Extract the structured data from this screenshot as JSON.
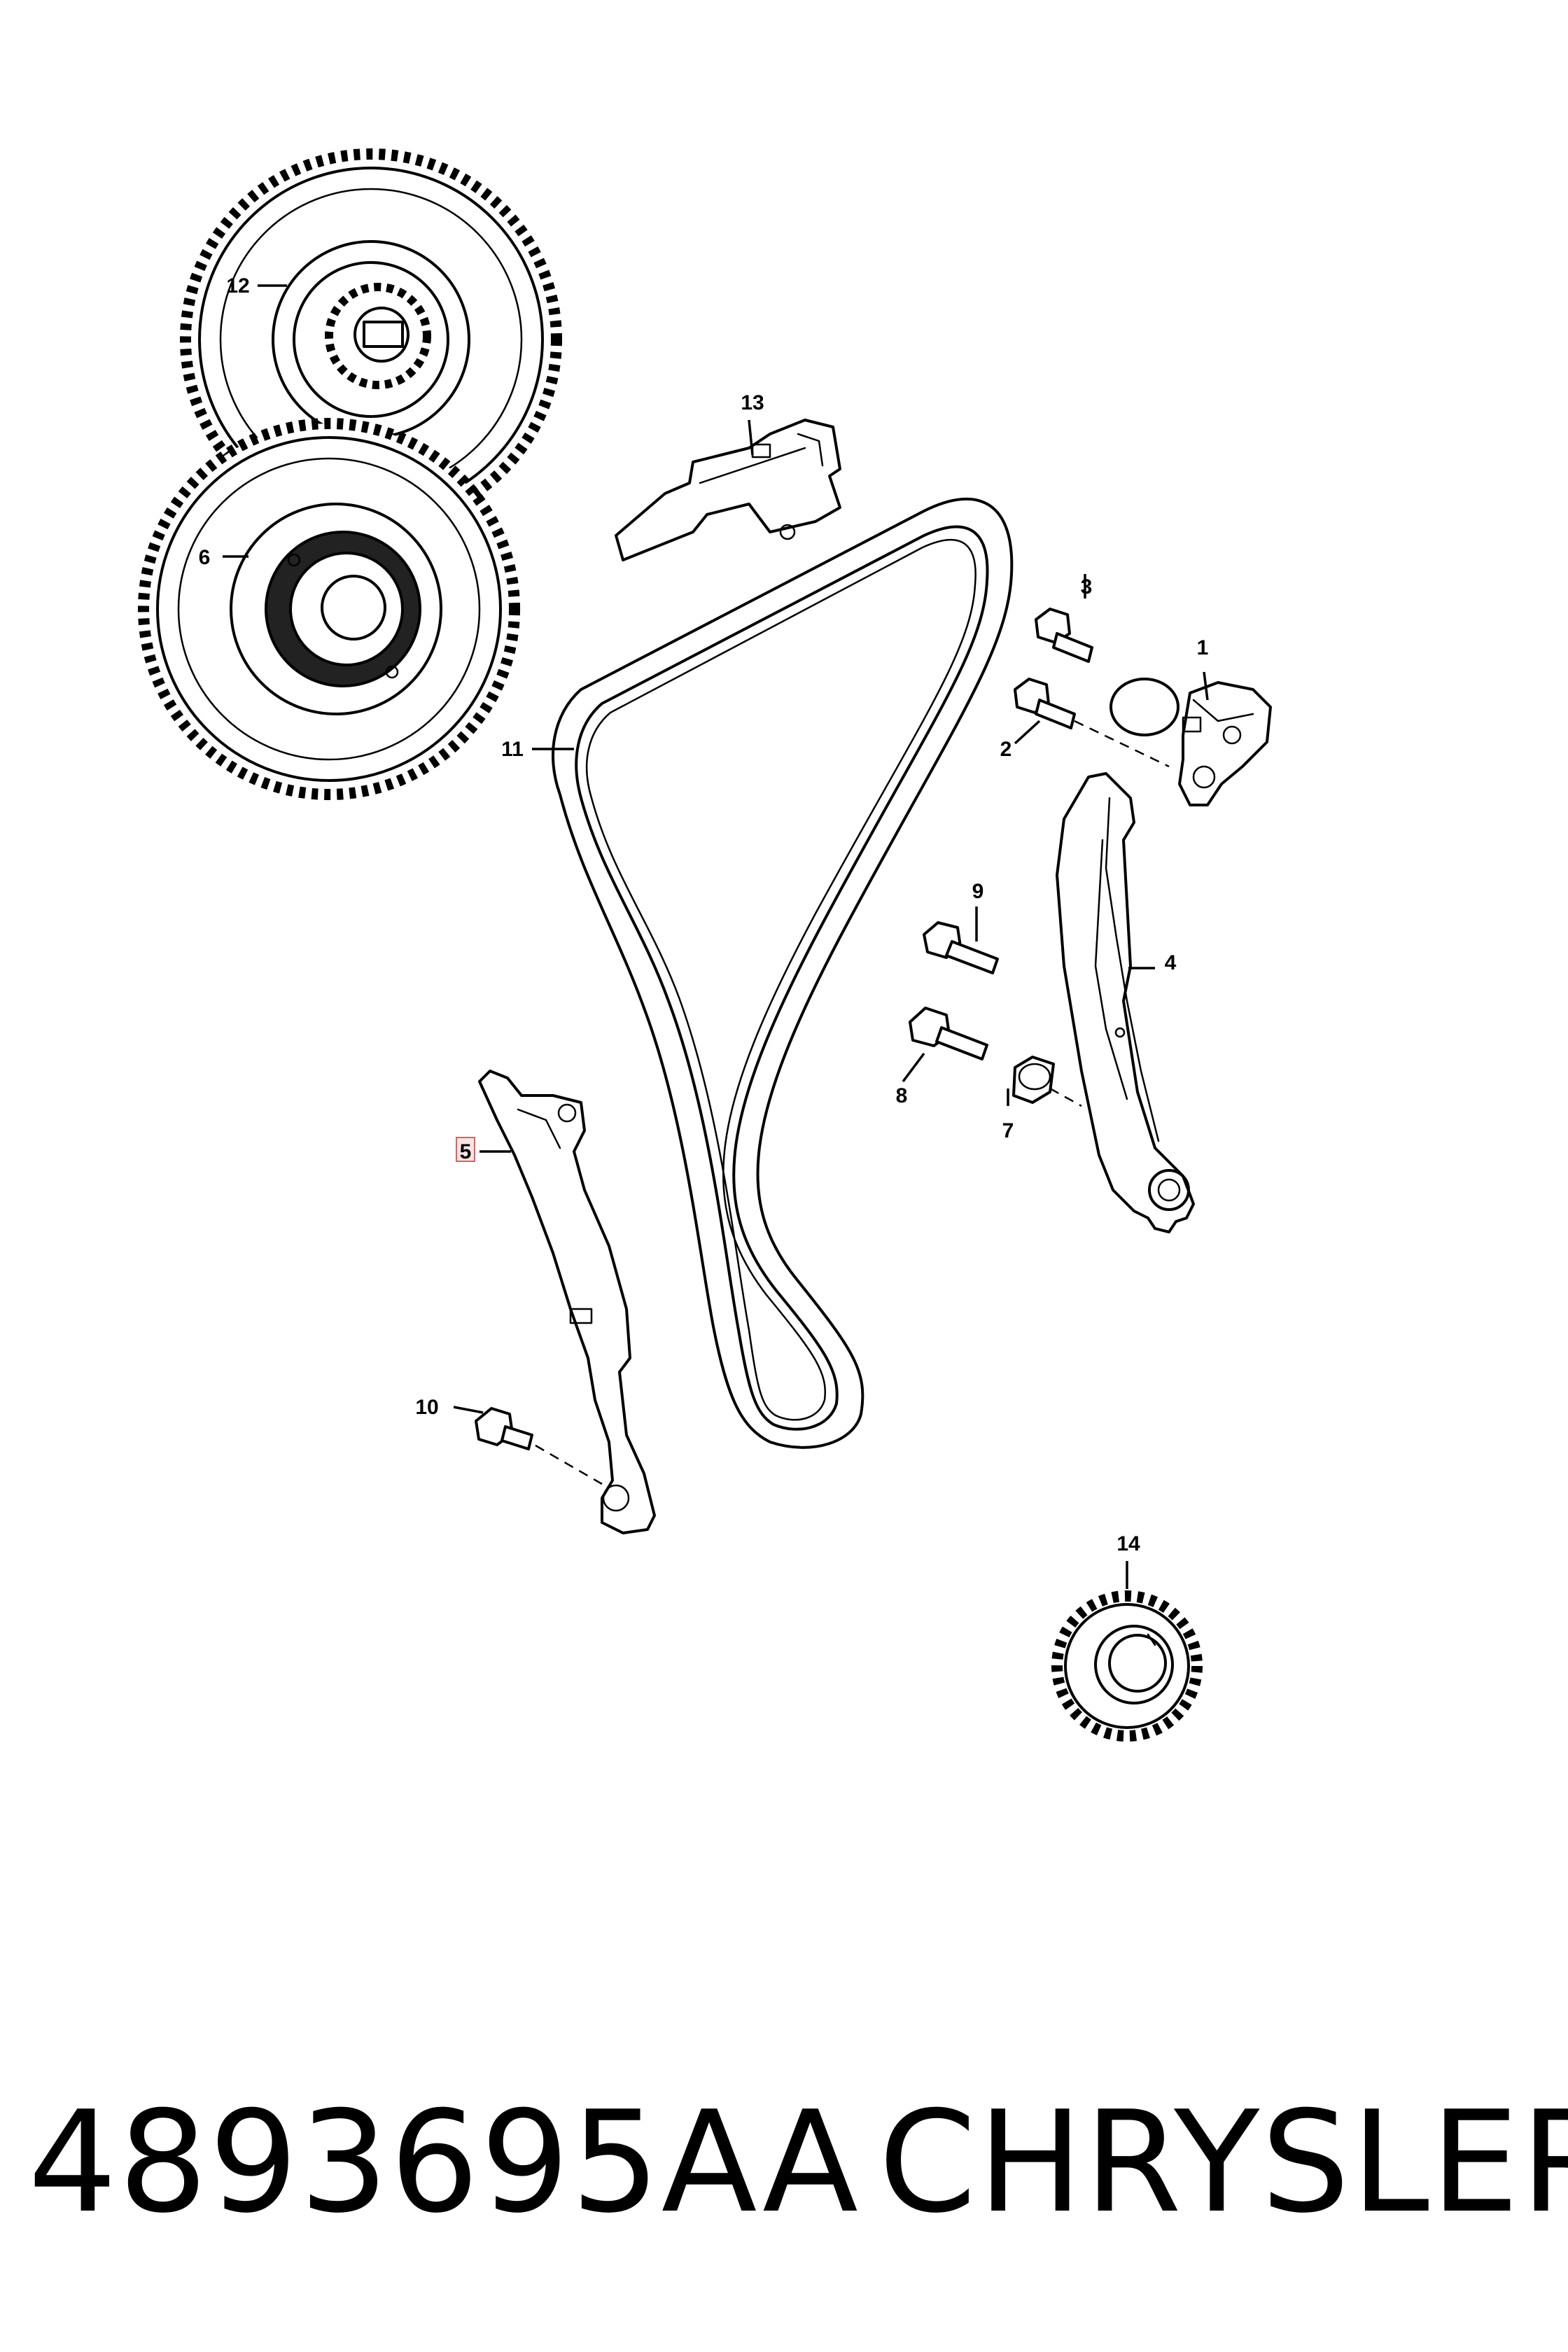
{
  "callouts": {
    "c1": "1",
    "c2": "2",
    "c3": "3",
    "c4": "4",
    "c5": "5",
    "c6": "6",
    "c7": "7",
    "c8": "8",
    "c9": "9",
    "c10": "10",
    "c11": "11",
    "c12": "12",
    "c13": "13",
    "c14": "14"
  },
  "highlight_color": "#e06060",
  "caption": {
    "part_number": "4893695AA",
    "brand": "CHRYSLER"
  }
}
